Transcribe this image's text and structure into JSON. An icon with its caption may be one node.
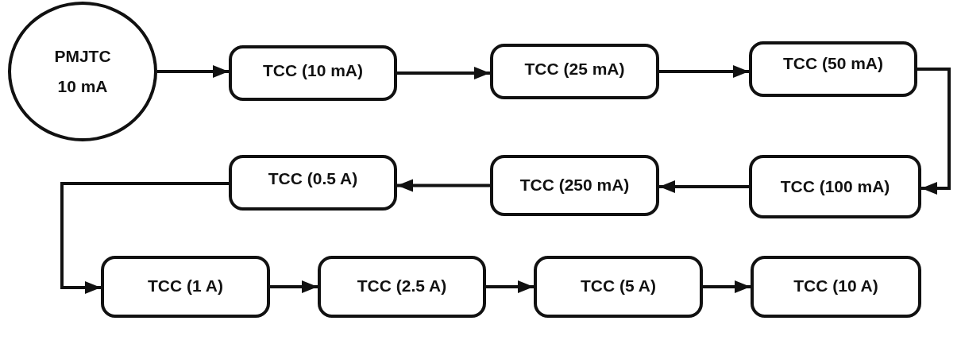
{
  "diagram": {
    "nodes": [
      {
        "text": [
          "PMJTC",
          "10 mA"
        ]
      },
      {
        "text": [
          "TCC (10 mA)"
        ]
      },
      {
        "text": [
          "TCC (25 mA)"
        ]
      },
      {
        "text": [
          "TCC (50 mA)"
        ]
      },
      {
        "text": [
          "TCC (100 mA)"
        ]
      },
      {
        "text": [
          "TCC (250 mA)"
        ]
      },
      {
        "text": [
          "TCC (0.5 A)"
        ]
      },
      {
        "text": [
          "TCC (1 A)"
        ]
      },
      {
        "text": [
          "TCC (2.5 A)"
        ]
      },
      {
        "text": [
          "TCC (5 A)"
        ]
      },
      {
        "text": [
          "TCC (10 A)"
        ]
      }
    ],
    "edges": [
      {
        "from": 0,
        "to": 1,
        "arrow": "to"
      },
      {
        "from": 1,
        "to": 2,
        "arrow": "to"
      },
      {
        "from": 2,
        "to": 3,
        "arrow": "to"
      },
      {
        "from": 3,
        "to": 4,
        "arrow": "to"
      },
      {
        "from": 4,
        "to": 5,
        "arrow": "to"
      },
      {
        "from": 5,
        "to": 6,
        "arrow": "to"
      },
      {
        "from": 6,
        "to": 7,
        "arrow": "to"
      },
      {
        "from": 7,
        "to": 8,
        "arrow": "to"
      },
      {
        "from": 8,
        "to": 9,
        "arrow": "to"
      },
      {
        "from": 9,
        "to": 10,
        "arrow": "to"
      }
    ]
  }
}
